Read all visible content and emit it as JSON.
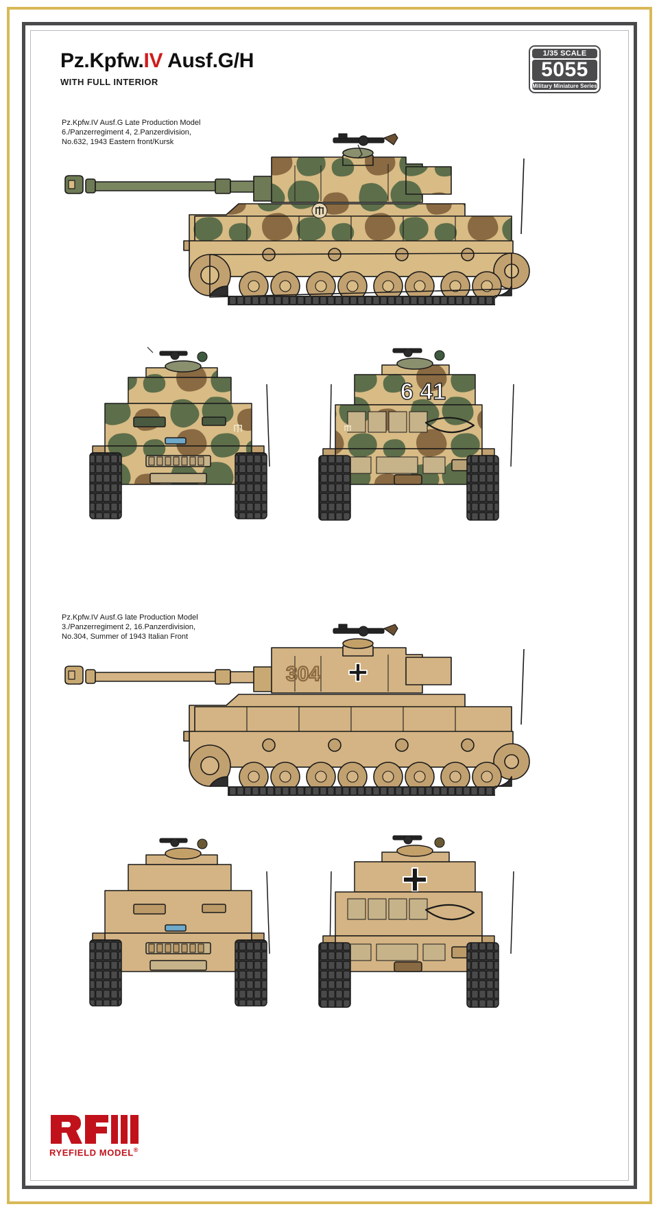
{
  "header": {
    "title_part1": "Pz.Kpfw.",
    "title_accent": "IV",
    "title_part2": " Ausf.G/H",
    "subtitle": "WITH FULL INTERIOR"
  },
  "badge": {
    "scale": "1/35 SCALE",
    "kit_number": "5055",
    "series": "Military Miniature Series"
  },
  "schemes": [
    {
      "id": "scheme-1",
      "caption_line1": "Pz.Kpfw.IV Ausf.G Late Production Model",
      "caption_line2": "6./Panzerregiment 4, 2.Panzerdivision,",
      "caption_line3": "No.632, 1943 Eastern front/Kursk",
      "turret_number": "6 41",
      "camouflage": "three-tone dark yellow with green and brown mottle",
      "colors": {
        "base": "#d8bb85",
        "green": "#5d6e4a",
        "brown": "#8a6a42",
        "track": "#2b2b2b",
        "outline": "#1a1a1a"
      }
    },
    {
      "id": "scheme-2",
      "caption_line1": "Pz.Kpfw.IV Ausf.G late Production Model",
      "caption_line2": "3./Panzerregiment 2, 16.Panzerdivision,",
      "caption_line3": "No.304, Summer of 1943 Italian Front",
      "turret_number": "304",
      "camouflage": "overall dark yellow",
      "colors": {
        "base": "#d4b484",
        "shadow": "#bb9a68",
        "track": "#2b2b2b",
        "outline": "#1a1a1a"
      }
    }
  ],
  "markings": {
    "balkenkreuz": "black and white german cross",
    "divisional_emblem": "2nd panzer division trident"
  },
  "logo": {
    "mark": "RFM",
    "name": "RYEFIELD MODEL",
    "registered": "®",
    "color": "#c1121c"
  },
  "frame": {
    "gold": "#d9b957",
    "dark": "#4a4a4c"
  }
}
